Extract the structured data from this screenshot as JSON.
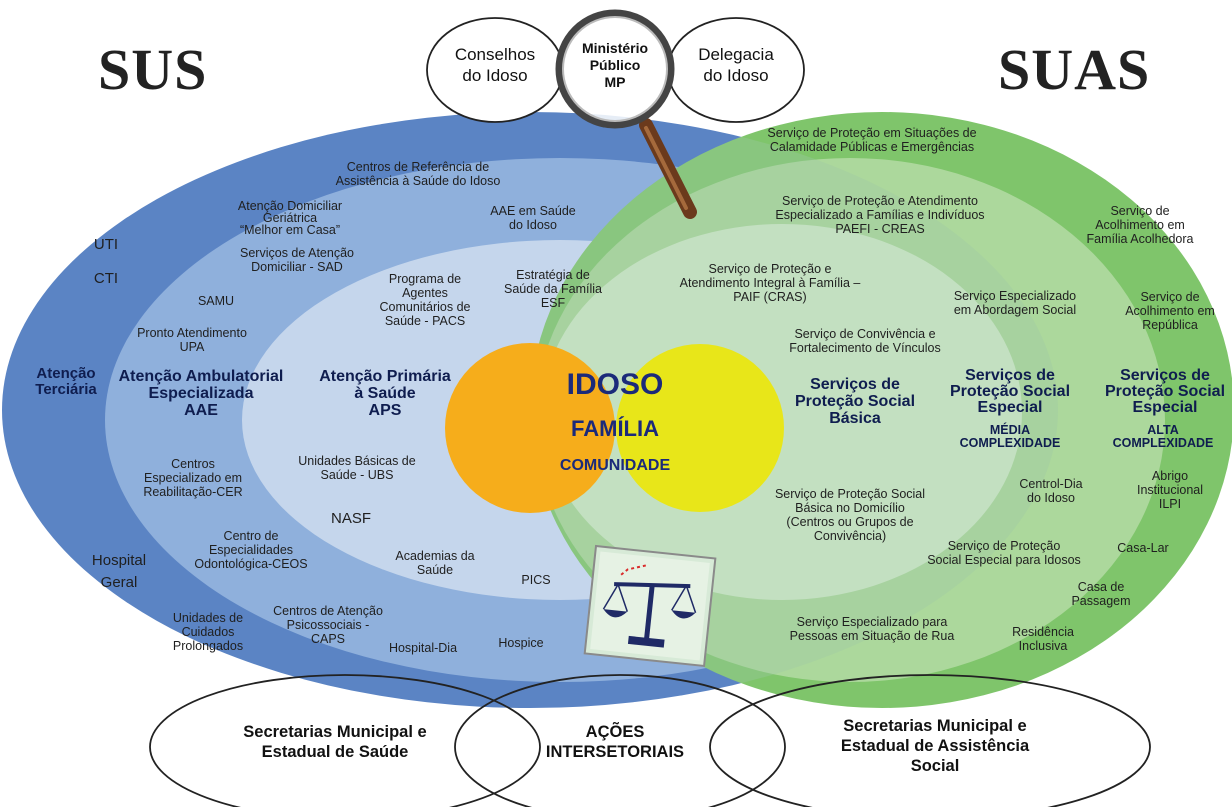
{
  "titles": {
    "left": "SUS",
    "right": "SUAS"
  },
  "top_bubbles": {
    "left": "Conselhos\ndo Idoso",
    "center": "Ministério\nPúblico\nMP",
    "right": "Delegacia\ndo Idoso"
  },
  "center": {
    "idoso": "IDOSO",
    "familia": "FAMÍLIA",
    "comunidade": "COMUNIDADE"
  },
  "sus": {
    "terciaria": {
      "heading": "Atenção\nTerciária",
      "items": [
        "UTI",
        "CTI",
        "Hospital\nGeral",
        "Unidades de\nCuidados\nProlongados"
      ]
    },
    "ambulatorial": {
      "heading": "Atenção Ambulatorial\nEspecializada\nAAE",
      "items": [
        "Centros de Referência de\nAssistência à Saúde do Idoso",
        "Atenção Domiciliar\nGeriátrica\n“Melhor em Casa”",
        "Serviços de Atenção\nDomiciliar - SAD",
        "AAE em Saúde\ndo Idoso",
        "SAMU",
        "Pronto Atendimento\nUPA",
        "Centros\nEspecializado em\nReabilitação-CER",
        "Centro de\nEspecialidades\nOdontológica-CEOS",
        "Centros de Atenção\nPsicossociais -\nCAPS",
        "Hospital-Dia",
        "Hospice"
      ]
    },
    "primaria": {
      "heading": "Atenção Primária\nà Saúde\nAPS",
      "items": [
        "Programa de\nAgentes\nComunitários de\nSaúde - PACS",
        "Estratégia de\nSaúde da Família\nESF",
        "Unidades Básicas de\nSaúde - UBS",
        "NASF",
        "Academias da\nSaúde",
        "PICS"
      ]
    }
  },
  "suas": {
    "basica": {
      "heading": "Serviços de\nProteção Social\nBásica",
      "items": [
        "Serviço de Proteção e\nAtendimento Integral à Família –\nPAIF (CRAS)",
        "Serviço de Convivência e\nFortalecimento de Vínculos",
        "Serviço de Proteção Social\nBásica no Domicílio\n(Centros ou Grupos de\nConvivência)",
        "Serviço Especializado para\nPessoas em Situação de Rua"
      ]
    },
    "media": {
      "heading": "Serviços de\nProteção Social\nEspecial",
      "sub": "MÉDIA\nCOMPLEXIDADE",
      "items": [
        "Serviço de Proteção em Situações de\nCalamidade Públicas e Emergências",
        "Serviço de Proteção e Atendimento\nEspecializado a Famílias e Indivíduos\nPAEFI - CREAS",
        "Serviço Especializado\nem Abordagem Social",
        "Centrol-Dia\ndo Idoso",
        "Serviço de Proteção\nSocial Especial para Idosos"
      ]
    },
    "alta": {
      "heading": "Serviços de\nProteção Social\nEspecial",
      "sub": "ALTA\nCOMPLEXIDADE",
      "items": [
        "Serviço de\nAcolhimento em\nFamília Acolhedora",
        "Serviço de\nAcolhimento em\nRepública",
        "Abrigo\nInstitucional\nILPI",
        "Casa-Lar",
        "Casa de\nPassagem",
        "Residência\nInclusiva"
      ]
    }
  },
  "bottom_bubbles": {
    "left": "Secretarias Municipal e\nEstadual de Saúde",
    "center": "AÇÕES\nINTERSETORIAIS",
    "right": "Secretarias Municipal e\nEstadual de Assistência\nSocial"
  },
  "colors": {
    "sus_outer": "#5b84c4",
    "sus_mid": "#8fb0dc",
    "sus_inner": "#c5d6ec",
    "suas_outer": "#7fc56b",
    "suas_mid": "#acd89c",
    "suas_inner": "#d8edcf",
    "idoso_circle": "#f6ad1b",
    "familia_circle": "#e8e619",
    "heading_text": "#0f1d4f"
  }
}
